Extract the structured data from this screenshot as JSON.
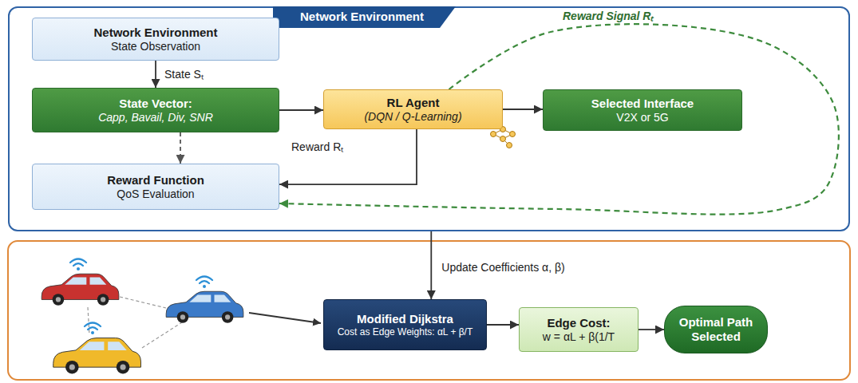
{
  "diagram": {
    "nodes": [
      {
        "text": [
          "Network Environment"
        ]
      },
      {
        "text": [
          "Network Environment",
          "State Observation"
        ],
        "in": 0
      },
      {
        "text": [
          "State Vector:",
          "Capp, Bavail, Div, SNR"
        ],
        "in": 0
      },
      {
        "text": [
          "RL Agent",
          "(DQN / Q-Learning)"
        ],
        "in": 0
      },
      {
        "text": [
          "Selected Interface",
          "V2X or 5G"
        ],
        "in": 0
      },
      {
        "text": [
          "Reward Function",
          "QoS Evaluation"
        ],
        "in": 0
      },
      {
        "text": [
          "Modified Dijkstra",
          "Cost as Edge Weights: αL + β/T"
        ]
      },
      {
        "text": [
          "Edge Cost:",
          "w = αL + β(1/T"
        ]
      },
      {
        "text": [
          "Optimal Path Selected"
        ]
      }
    ],
    "edges": [
      {
        "from": 1,
        "to": 2,
        "arrow": "to",
        "label": "State Sₜ"
      },
      {
        "from": 2,
        "to": 3,
        "arrow": "to"
      },
      {
        "from": 3,
        "to": 4,
        "arrow": "to"
      },
      {
        "from": 2,
        "to": 5,
        "arrow": "to"
      },
      {
        "from": 3,
        "to": 5,
        "arrow": "to"
      },
      {
        "from": 3,
        "to": 5,
        "arrow": "to",
        "label": "Reward Signal Rₜ"
      },
      {
        "from": 0,
        "to": 6,
        "arrow": "to",
        "label": "Update Coefficients α, β)"
      },
      {
        "from": 6,
        "to": 7,
        "arrow": "to"
      },
      {
        "from": 7,
        "to": 8,
        "arrow": "to"
      }
    ],
    "labels": [
      "Reward Rₜ"
    ]
  }
}
